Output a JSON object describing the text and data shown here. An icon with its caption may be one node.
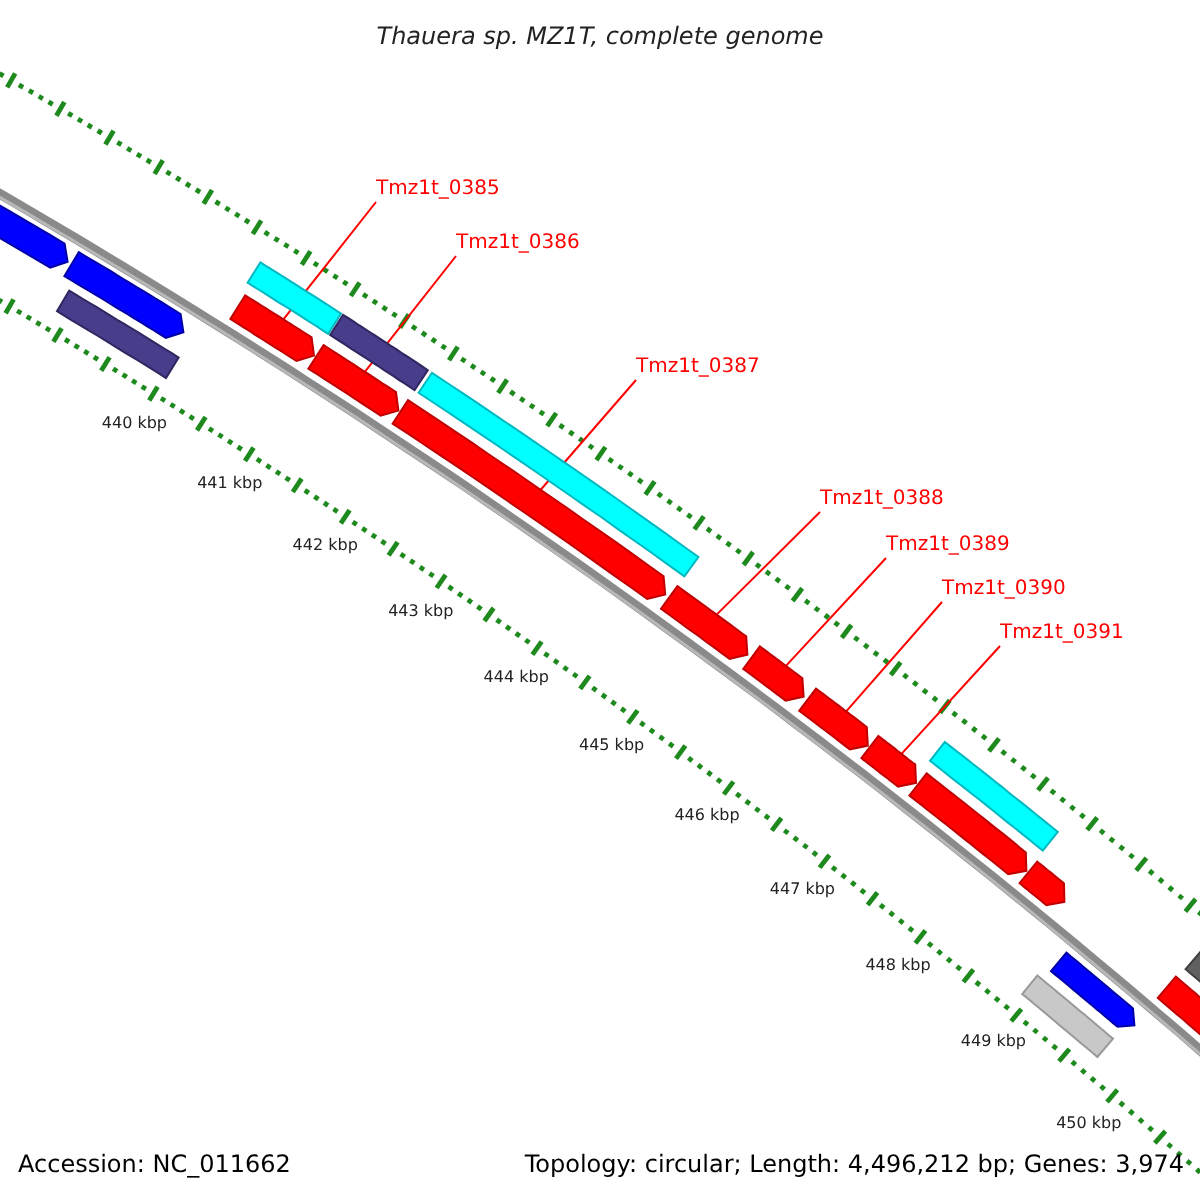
{
  "diagram": {
    "title": "Thauera sp. MZ1T, complete genome",
    "nodes": [
      {
        "text": [
          "Tmz1t_0385"
        ]
      },
      {
        "text": [
          "Tmz1t_0386"
        ]
      },
      {
        "text": [
          "Tmz1t_0387"
        ]
      },
      {
        "text": [
          "Tmz1t_0388"
        ]
      },
      {
        "text": [
          "Tmz1t_0389"
        ]
      },
      {
        "text": [
          "Tmz1t_0390"
        ]
      },
      {
        "text": [
          "Tmz1t_0391"
        ]
      },
      {
        "text": [],
        "shape": "bar"
      },
      {
        "text": [],
        "shape": "bar"
      },
      {
        "text": [],
        "shape": "bar"
      },
      {
        "text": [],
        "shape": "bar"
      },
      {
        "text": [],
        "shape": "bar"
      },
      {
        "text": [],
        "shape": "bar"
      },
      {
        "text": [],
        "shape": "bar"
      },
      {
        "text": [],
        "shape": "bar"
      },
      {
        "text": [],
        "shape": "bar"
      },
      {
        "text": [],
        "shape": "bar"
      },
      {
        "text": [],
        "shape": "bar"
      },
      {
        "text": [],
        "shape": "bar"
      },
      {
        "text": [],
        "shape": "bar"
      },
      {
        "text": [],
        "shape": "bar"
      },
      {
        "text": [],
        "shape": "bar"
      },
      {
        "text": [],
        "shape": "bar"
      },
      {
        "text": [],
        "shape": "bar"
      },
      {
        "text": [],
        "shape": "bar"
      },
      {
        "text": [],
        "shape": "bar"
      },
      {
        "text": [],
        "shape": "bar"
      }
    ],
    "edges": [
      {
        "from": 0,
        "to": 11,
        "arrow": "none"
      },
      {
        "from": 1,
        "to": 13,
        "arrow": "none"
      },
      {
        "from": 2,
        "to": 14,
        "arrow": "none"
      },
      {
        "from": 3,
        "to": 16,
        "arrow": "none"
      },
      {
        "from": 4,
        "to": 17,
        "arrow": "none"
      },
      {
        "from": 5,
        "to": 18,
        "arrow": "none"
      },
      {
        "from": 6,
        "to": 19,
        "arrow": "none"
      }
    ],
    "labels": [
      "440 kbp",
      "441 kbp",
      "442 kbp",
      "443 kbp",
      "444 kbp",
      "445 kbp",
      "446 kbp",
      "447 kbp",
      "448 kbp",
      "449 kbp",
      "450 kbp",
      "Accession: NC_011662",
      "Topology: circular; Length: 4,496,212 bp; Genes: 3,974"
    ]
  }
}
